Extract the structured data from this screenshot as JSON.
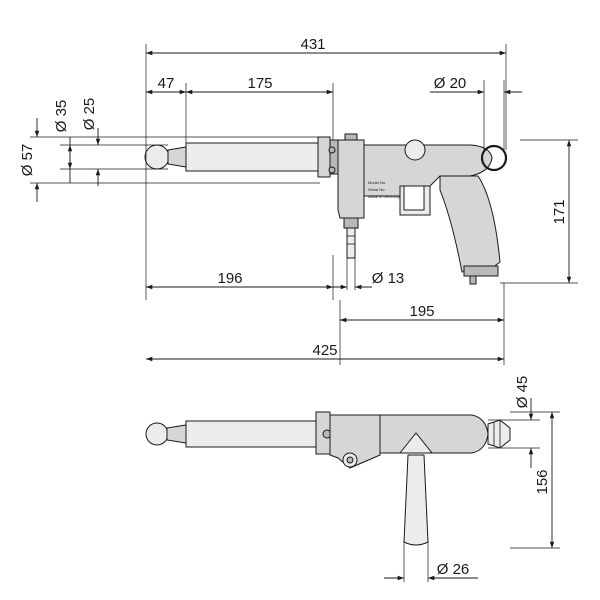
{
  "dimensions": {
    "overall_top": "431",
    "length_47": "47",
    "length_175": "175",
    "dia_20": "Ø 20",
    "dia_35": "Ø 35",
    "dia_25": "Ø 25",
    "dia_57": "Ø 57",
    "height_171": "171",
    "length_196": "196",
    "dia_13": "Ø 13",
    "length_195": "195",
    "overall_425": "425",
    "dia_45": "Ø 45",
    "height_156": "156",
    "dia_26": "Ø 26"
  },
  "tool_label_lines": [
    "Model No.",
    "Serial No.",
    "Made in Germany"
  ],
  "colors": {
    "line": "#1a1a1a",
    "body": "#d6d6d6",
    "body_dark": "#b8b8b8",
    "background": "#ffffff"
  }
}
